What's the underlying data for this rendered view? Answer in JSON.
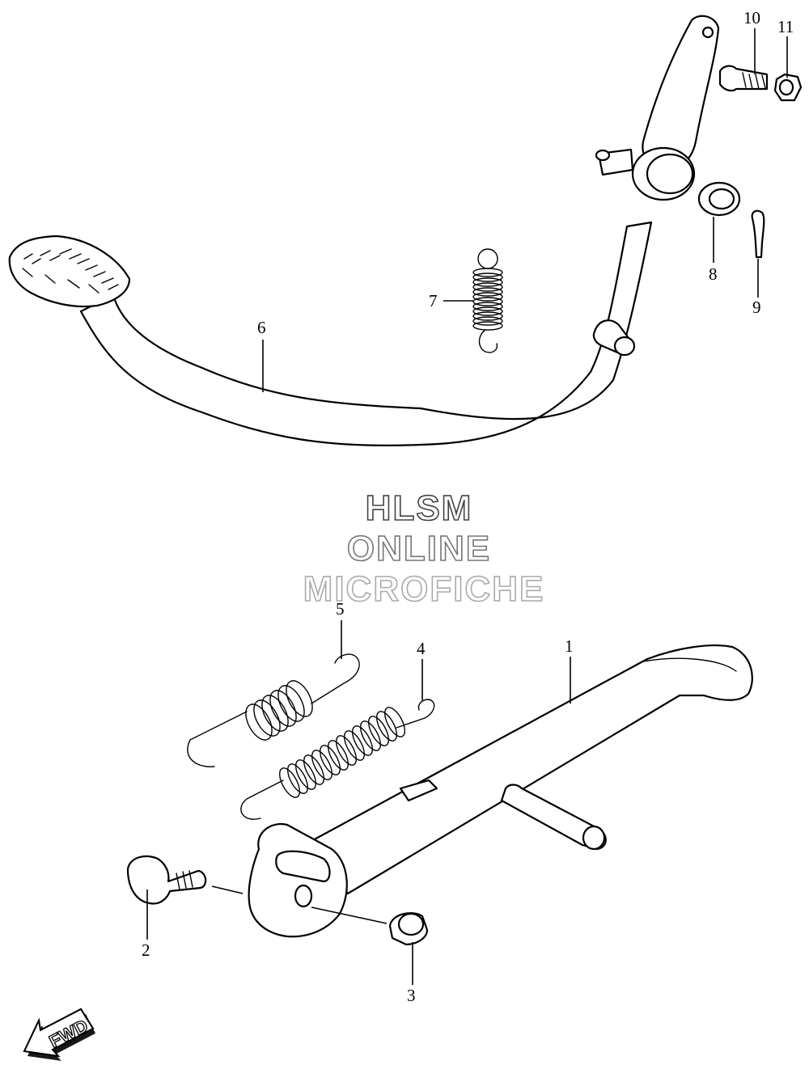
{
  "callouts": {
    "c1": "1",
    "c2": "2",
    "c3": "3",
    "c4": "4",
    "c5": "5",
    "c6": "6",
    "c7": "7",
    "c8": "8",
    "c9": "9",
    "c10": "10",
    "c11": "11"
  },
  "watermark": {
    "line1": "HLSM",
    "line2": "ONLINE",
    "line3": "MICROFICHE"
  },
  "fwd_label": "FWD",
  "colors": {
    "line": "#000000",
    "background": "#ffffff",
    "wm1": "#444444",
    "wm2": "#777777",
    "wm3": "#aaaaaa"
  }
}
